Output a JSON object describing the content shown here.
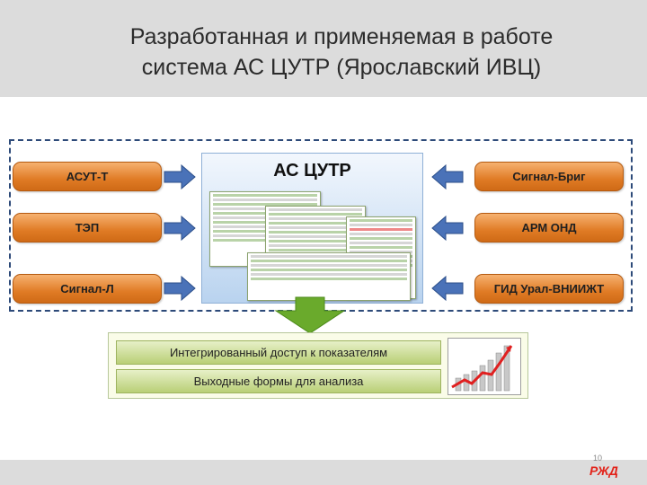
{
  "header": {
    "title_line1": "Разработанная и применяемая в работе",
    "title_line2": "система АС ЦУТР (Ярославский ИВЦ)"
  },
  "center": {
    "title": "АС ЦУТР"
  },
  "left_sources": [
    "АСУТ-Т",
    "ТЭП",
    "Сигнал-Л"
  ],
  "right_sources": [
    "Сигнал-Бриг",
    "АРМ ОНД",
    "ГИД Урал-ВНИИЖТ"
  ],
  "outputs": [
    "Интегрированный доступ к показателям",
    "Выходные формы для анализа"
  ],
  "footer": {
    "page_number": "10",
    "logo_text": "РЖД"
  },
  "colors": {
    "pill": "#e07b25",
    "arrow": "#4a72b8",
    "down_arrow": "#6aaa2c",
    "chart_line": "#e02020"
  }
}
